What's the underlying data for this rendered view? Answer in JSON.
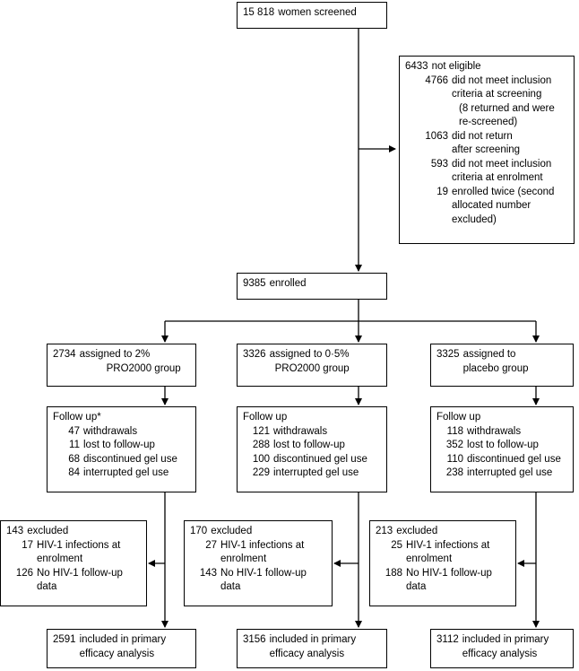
{
  "screened": {
    "num": "15 818",
    "text": "women screened"
  },
  "not_eligible": {
    "num": "6433",
    "text": "not eligible",
    "items": [
      {
        "num": "4766",
        "lines": [
          "did not meet inclusion",
          "criteria at screening",
          "(8 returned and were",
          "re-screened)"
        ]
      },
      {
        "num": "1063",
        "lines": [
          "did not return",
          "after screening"
        ]
      },
      {
        "num": "593",
        "lines": [
          "did not meet inclusion",
          "criteria at enrolment"
        ]
      },
      {
        "num": "19",
        "lines": [
          "enrolled twice (second",
          "allocated number",
          "excluded)"
        ]
      }
    ]
  },
  "enrolled": {
    "num": "9385",
    "text": "enrolled"
  },
  "arms": [
    {
      "assigned": {
        "num": "2734",
        "lines": [
          "assigned to 2%",
          "PRO2000 group"
        ]
      },
      "followup": {
        "title": "Follow up*",
        "items": [
          {
            "num": "47",
            "text": "withdrawals"
          },
          {
            "num": "11",
            "text": "lost to follow-up"
          },
          {
            "num": "68",
            "text": "discontinued gel use"
          },
          {
            "num": "84",
            "text": "interrupted gel use"
          }
        ]
      },
      "excluded": {
        "num": "143",
        "text": "excluded",
        "items": [
          {
            "num": "17",
            "lines": [
              "HIV-1 infections at",
              "enrolment"
            ]
          },
          {
            "num": "126",
            "lines": [
              "No HIV-1 follow-up",
              "data"
            ]
          }
        ]
      },
      "included": {
        "num": "2591",
        "lines": [
          "included in primary",
          "efficacy analysis"
        ]
      }
    },
    {
      "assigned": {
        "num": "3326",
        "lines": [
          "assigned to 0·5%",
          "PRO2000 group"
        ]
      },
      "followup": {
        "title": "Follow up",
        "items": [
          {
            "num": "121",
            "text": "withdrawals"
          },
          {
            "num": "288",
            "text": "lost to follow-up"
          },
          {
            "num": "100",
            "text": "discontinued gel use"
          },
          {
            "num": "229",
            "text": "interrupted gel use"
          }
        ]
      },
      "excluded": {
        "num": "170",
        "text": "excluded",
        "items": [
          {
            "num": "27",
            "lines": [
              "HIV-1 infections at",
              "enrolment"
            ]
          },
          {
            "num": "143",
            "lines": [
              "No HIV-1 follow-up",
              "data"
            ]
          }
        ]
      },
      "included": {
        "num": "3156",
        "lines": [
          "included in primary",
          "efficacy analysis"
        ]
      }
    },
    {
      "assigned": {
        "num": "3325",
        "lines": [
          "assigned to",
          "placebo group"
        ]
      },
      "followup": {
        "title": "Follow up",
        "items": [
          {
            "num": "118",
            "text": "withdrawals"
          },
          {
            "num": "352",
            "text": "lost to follow-up"
          },
          {
            "num": "110",
            "text": "discontinued gel use"
          },
          {
            "num": "238",
            "text": "interrupted gel use"
          }
        ]
      },
      "excluded": {
        "num": "213",
        "text": "excluded",
        "items": [
          {
            "num": "25",
            "lines": [
              "HIV-1 infections at",
              "enrolment"
            ]
          },
          {
            "num": "188",
            "lines": [
              "No HIV-1 follow-up",
              "data"
            ]
          }
        ]
      },
      "included": {
        "num": "3112",
        "lines": [
          "included in primary",
          "efficacy analysis"
        ]
      }
    }
  ]
}
